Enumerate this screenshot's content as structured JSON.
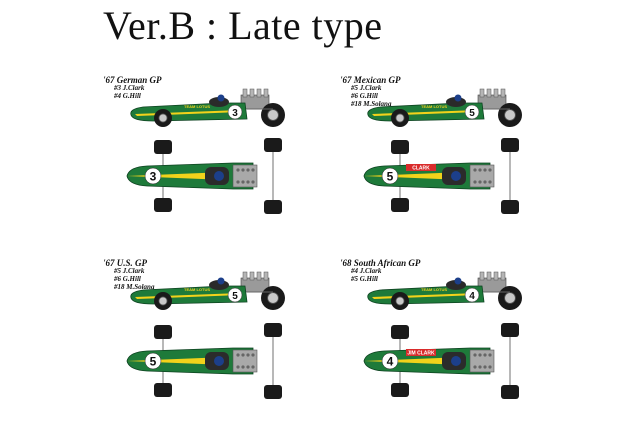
{
  "title": "Ver.B : Late type",
  "colors": {
    "body_green": "#1e7a3a",
    "stripe_yellow": "#f2d21b",
    "tire": "#1a1a1a",
    "roundel": "#ffffff"
  },
  "panels": [
    {
      "race": "'67 German GP",
      "drivers": [
        "#3 J.Clark",
        "#4 G.Hill"
      ],
      "side_number": "3",
      "top_number": "3",
      "side_text": "TEAM LOTUS",
      "top_text": ""
    },
    {
      "race": "'67 Mexican GP",
      "drivers": [
        "#5 J.Clark",
        "#6 G.Hill",
        "#18 M.Solana"
      ],
      "side_number": "5",
      "top_number": "5",
      "side_text": "TEAM LOTUS",
      "top_text": "CLARK"
    },
    {
      "race": "'67 U.S. GP",
      "drivers": [
        "#5 J.Clark",
        "#6 G.Hill",
        "#18 M.Solana"
      ],
      "side_number": "5",
      "top_number": "5",
      "side_text": "TEAM LOTUS",
      "top_text": ""
    },
    {
      "race": "'68 South African GP",
      "drivers": [
        "#4 J.Clark",
        "#5 G.Hill"
      ],
      "side_number": "4",
      "top_number": "4",
      "side_text": "TEAM LOTUS",
      "top_text": "JIM CLARK"
    }
  ]
}
